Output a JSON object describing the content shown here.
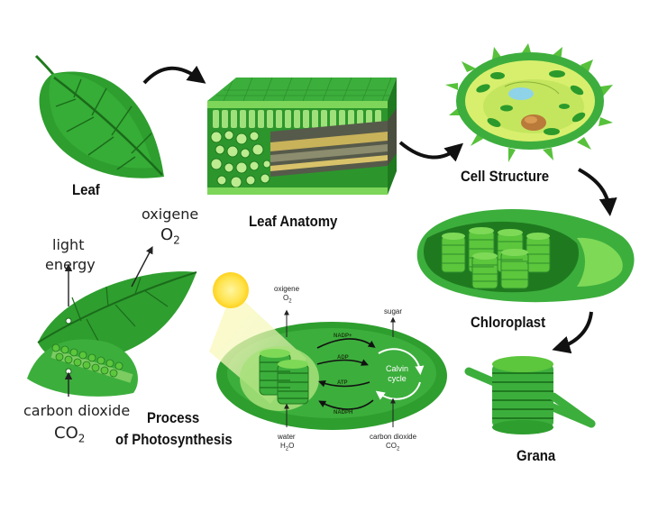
{
  "labels": {
    "leaf": "Leaf",
    "leaf_anatomy": "Leaf Anatomy",
    "cell_structure": "Cell Structure",
    "chloroplast": "Chloroplast",
    "grana": "Grana",
    "process_line1": "Process",
    "process_line2": "of Photosynthesis"
  },
  "leaf_process": {
    "oxygen_word": "oxigene",
    "oxygen_formula": "O",
    "oxygen_sub": "2",
    "light_line1": "light",
    "light_line2": "energy",
    "co2_word": "carbon dioxide",
    "co2_formula": "CO",
    "co2_sub": "2"
  },
  "chloroplast_process": {
    "oxygen_word": "oxigene",
    "oxygen_formula": "O",
    "oxygen_sub": "2",
    "sugar": "sugar",
    "water_word": "water",
    "water_formula": "H",
    "water_sub": "2",
    "water_tail": "O",
    "co2_word": "carbon dioxide",
    "co2_formula": "CO",
    "co2_sub": "2",
    "nadp": "NADP+",
    "adp": "ADP",
    "atp": "ATP",
    "nadph": "NADPH",
    "calvin_line1": "Calvin",
    "calvin_line2": "cycle"
  },
  "colors": {
    "dark_green": "#1f7a1f",
    "mid_green": "#2e9e2e",
    "light_green": "#5cc63c",
    "pale_green": "#a8e07a",
    "sun_yellow": "#ffe34d",
    "arrow_black": "#111111"
  }
}
